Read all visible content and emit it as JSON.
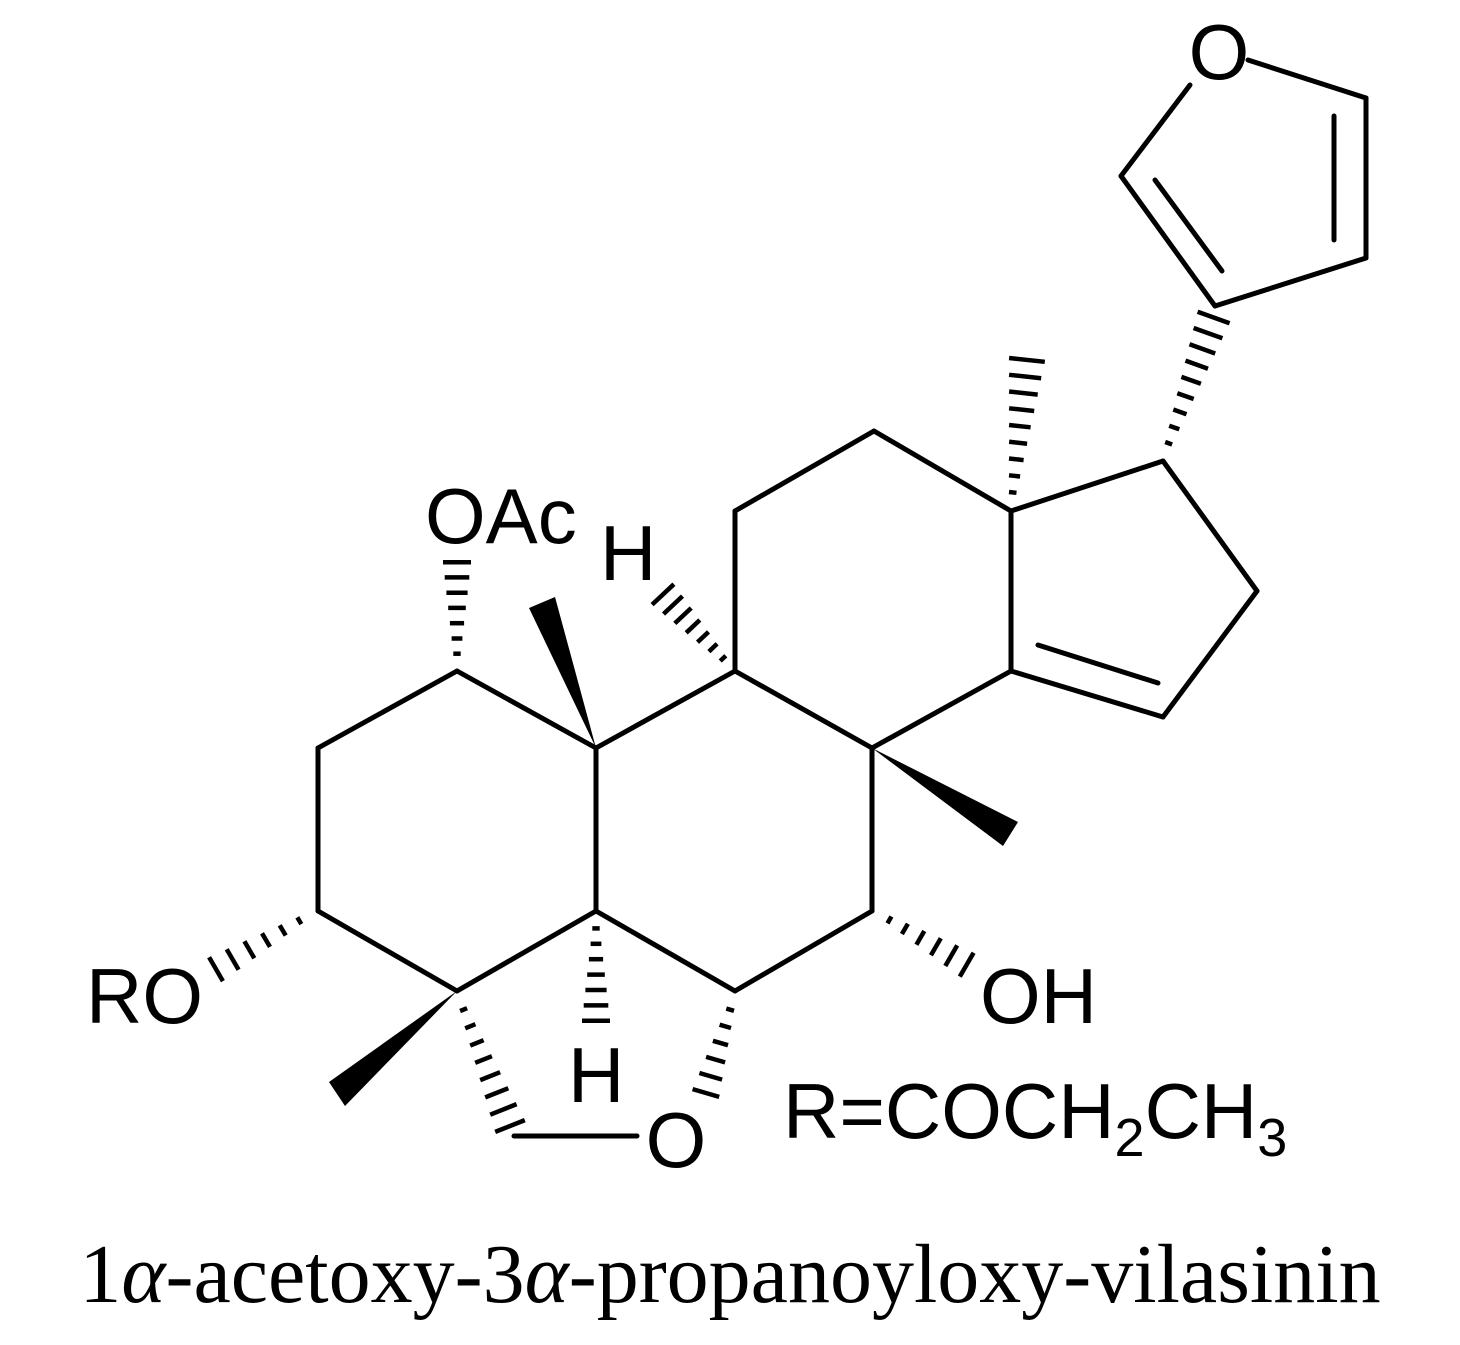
{
  "atom_labels": {
    "furan_o": "O",
    "oac": "OAc",
    "h9": "H",
    "ro": "RO",
    "oh": "OH",
    "h5": "H",
    "ether_o": "O"
  },
  "r_group": {
    "prefix": "R=COCH",
    "sub1": "2",
    "middle": "CH",
    "sub2": "3"
  },
  "compound_name": {
    "part1": "1",
    "alpha1": "α",
    "part2": "-acetoxy-3",
    "alpha2": "α",
    "part3": "-propanoyloxy-vilasinin"
  }
}
